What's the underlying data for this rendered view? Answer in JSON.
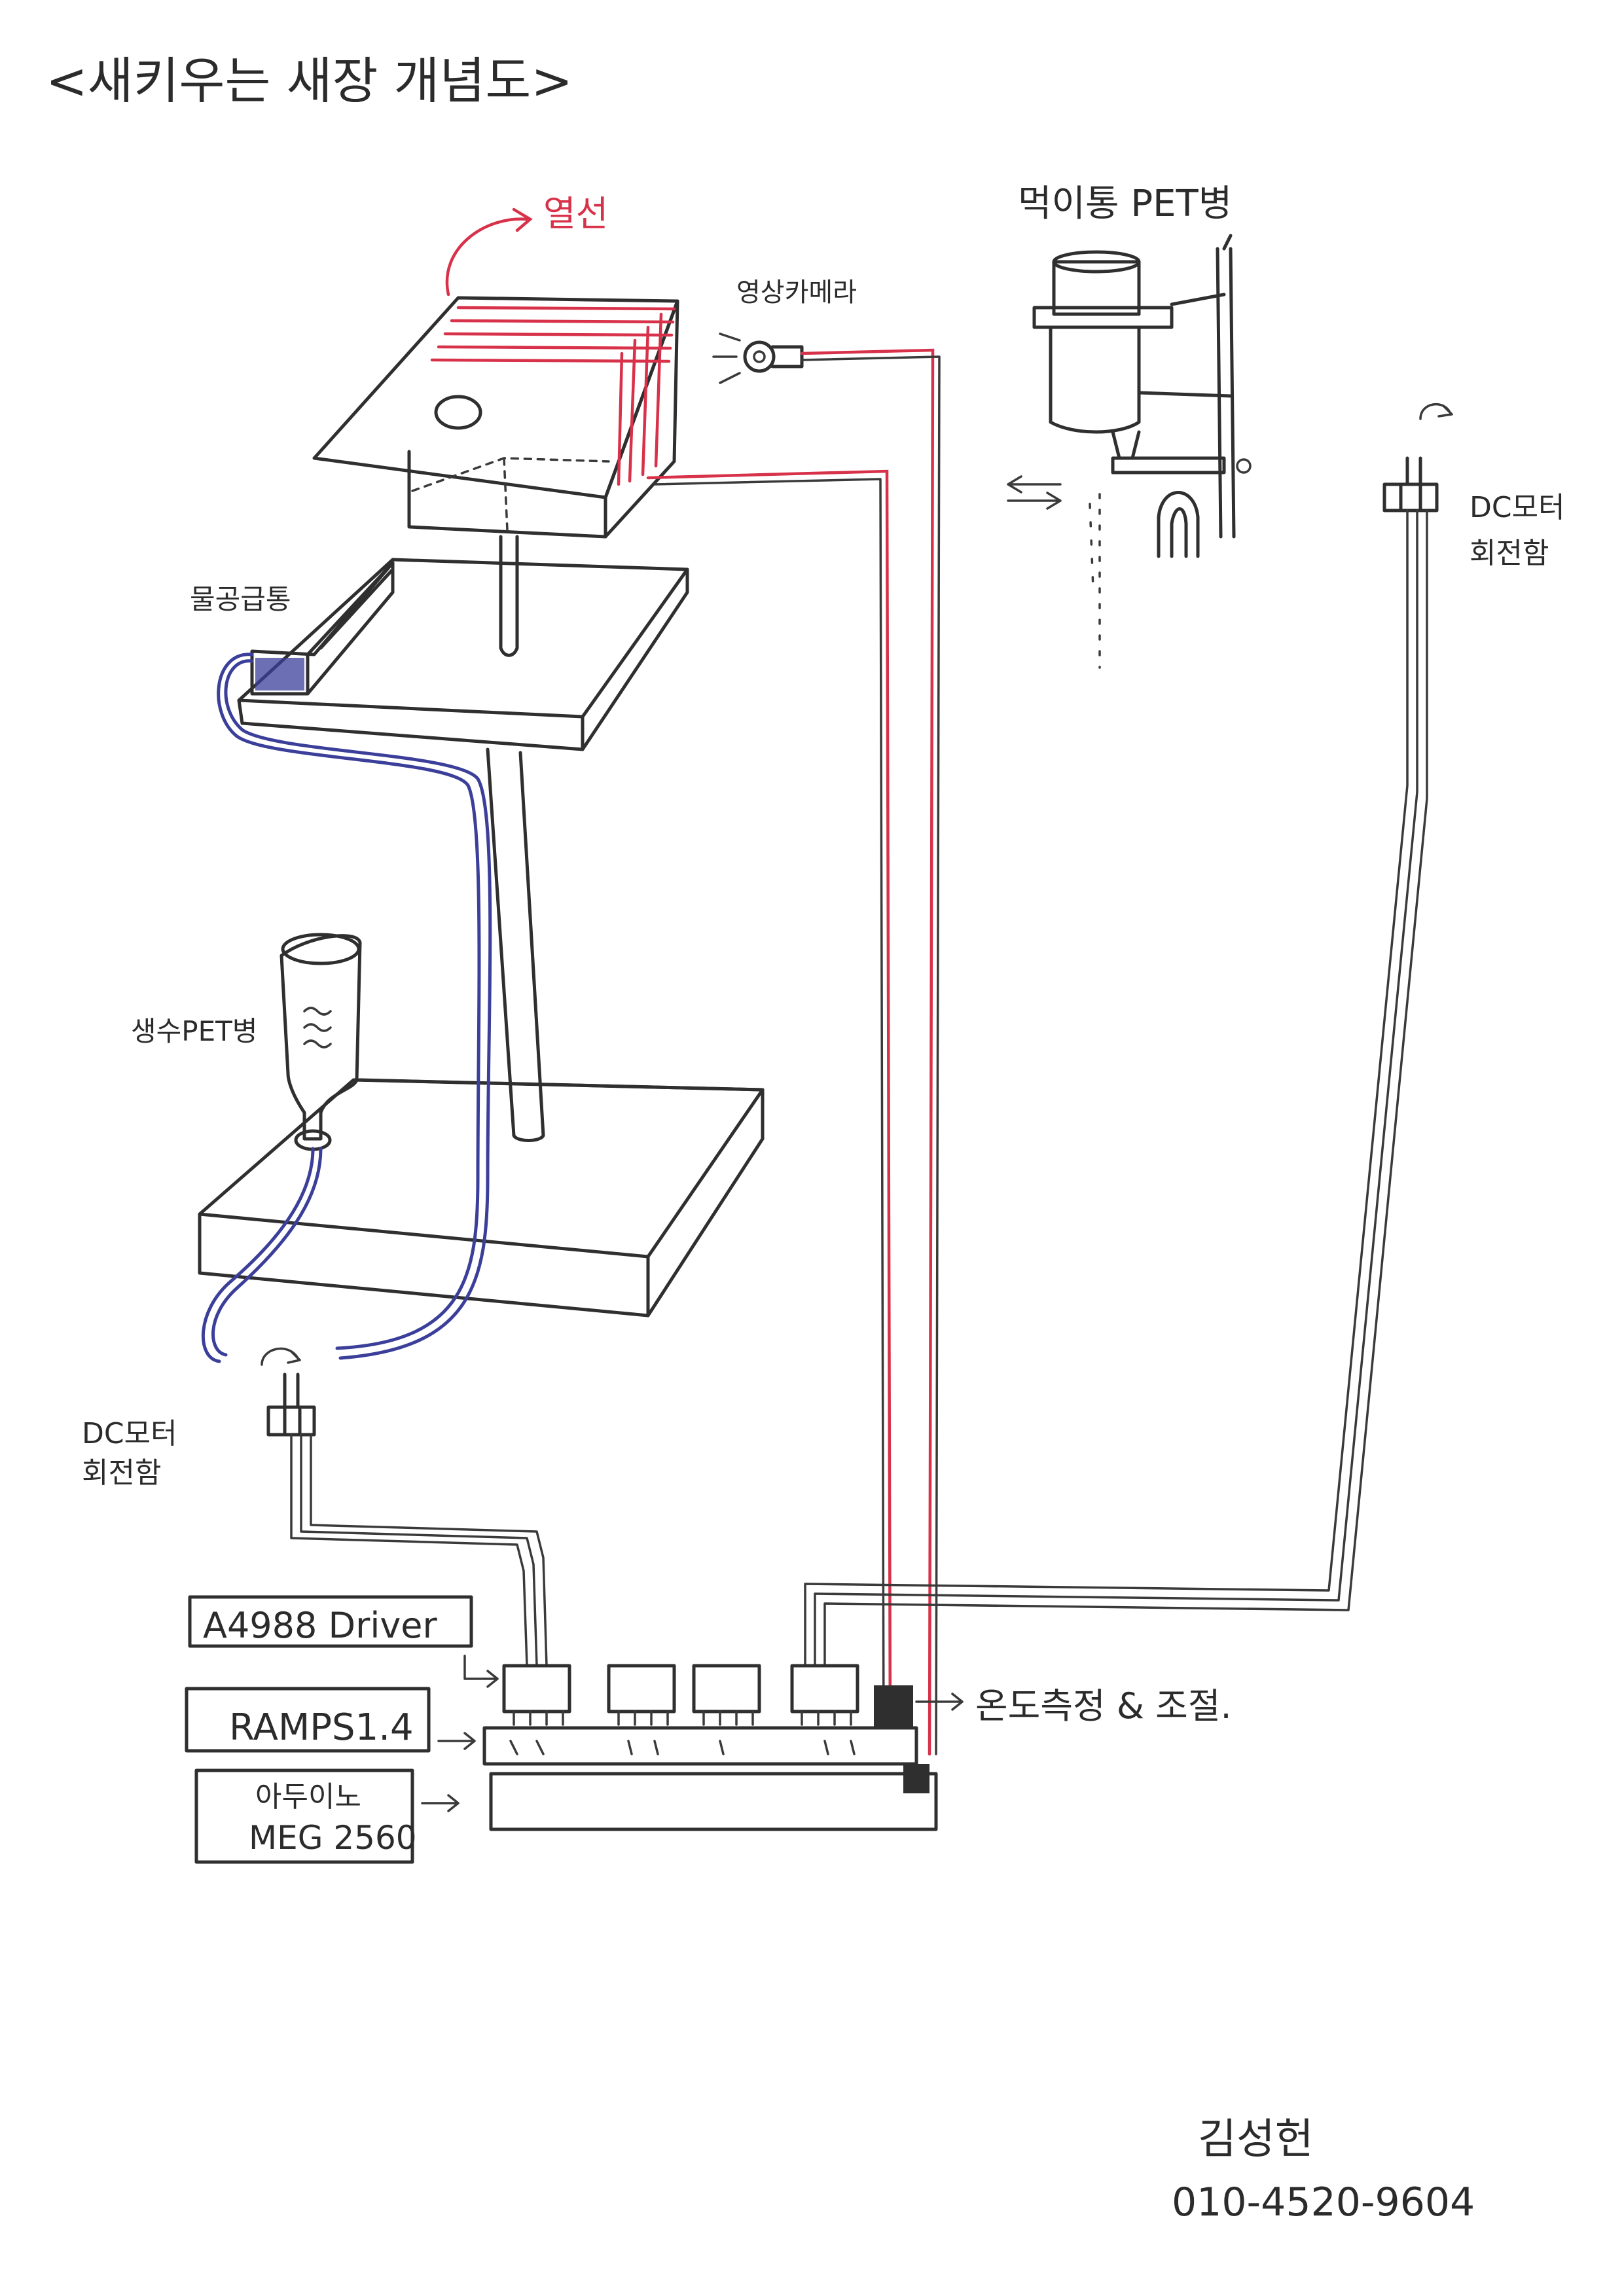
{
  "title": "<새키우는 새장 개념도>",
  "labels": {
    "heat_wire": "열선",
    "camera": "영상카메라",
    "feeder_bottle": "먹이통 PET병",
    "motor_right": [
      "DC모터",
      "회전함"
    ],
    "water_tray": "물공급통",
    "water_bottle": "생수PET병",
    "motor_left": [
      "DC모터",
      "회전함"
    ],
    "driver": "A4988 Driver",
    "ramps": "RAMPS1.4",
    "arduino": [
      "아두이노",
      "MEG 2560"
    ],
    "temp_note": "온도측정 & 조절."
  },
  "author": {
    "name": "김성헌",
    "phone": "010-4520-9604"
  },
  "colors": {
    "ink": "#2f2f2f",
    "heat_wire": "#d8324a",
    "water_tube": "#3b3f9a"
  }
}
